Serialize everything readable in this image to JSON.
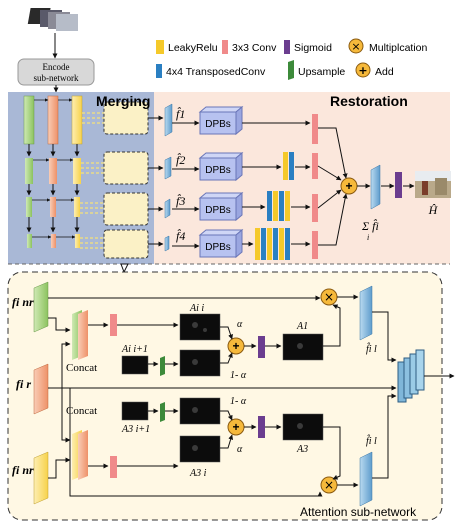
{
  "legend": {
    "leaky_relu": "LeakyRelu",
    "conv3x3": "3x3 Conv",
    "sigmoid": "Sigmoid",
    "multiplication": "Multiplcation",
    "transposed_conv": "4x4 TransposedConv",
    "upsample": "Upsample",
    "add": "Add"
  },
  "top": {
    "encode_label": "Encode\nsub-network",
    "merging_title": "Merging",
    "restoration_title": "Restoration",
    "dpb_label": "DPBs",
    "features": [
      "f̂1",
      "f̂2",
      "f̂3",
      "f̂4"
    ],
    "sum_label": "Σ f̂i",
    "sum_sub": "i",
    "output_label": "Ĥ"
  },
  "attention": {
    "title": "Attention sub-network",
    "input_nr_top": "fi nr",
    "input_r": "fi r",
    "input_nr_bottom": "fi nr",
    "concat": "Concat",
    "a_i_top": "Ai i",
    "a_i1_top": "Ai i+1",
    "alpha": "α",
    "one_minus_alpha": "1- α",
    "a_1": "A1",
    "a_3": "A3",
    "a_i_bottom": "A3 i",
    "a_i1_bottom": "A3 i+1",
    "f_hat_top": "f̂i l",
    "f_hat_bottom": "f̂i l",
    "multiply_symbol": "×",
    "add_symbol": "+"
  },
  "colors": {
    "leaky_relu": "#F5C92A",
    "conv3x3": "#F08A8A",
    "sigmoid": "#6B3D8F",
    "transposed_conv": "#2A7FC2",
    "upsample": "#3C8A3A",
    "merging_bg": "#A9B8D6",
    "restoration_bg": "#FBE7DC",
    "attention_bg": "#FFF8E4",
    "dpb": "#B7C2F0",
    "feature_blue": "#7FB6D9",
    "green_block": "#A4D27C",
    "orange_block": "#F2A57F",
    "yellow_block": "#FBE07A",
    "node_orange": "#F6B93B"
  }
}
